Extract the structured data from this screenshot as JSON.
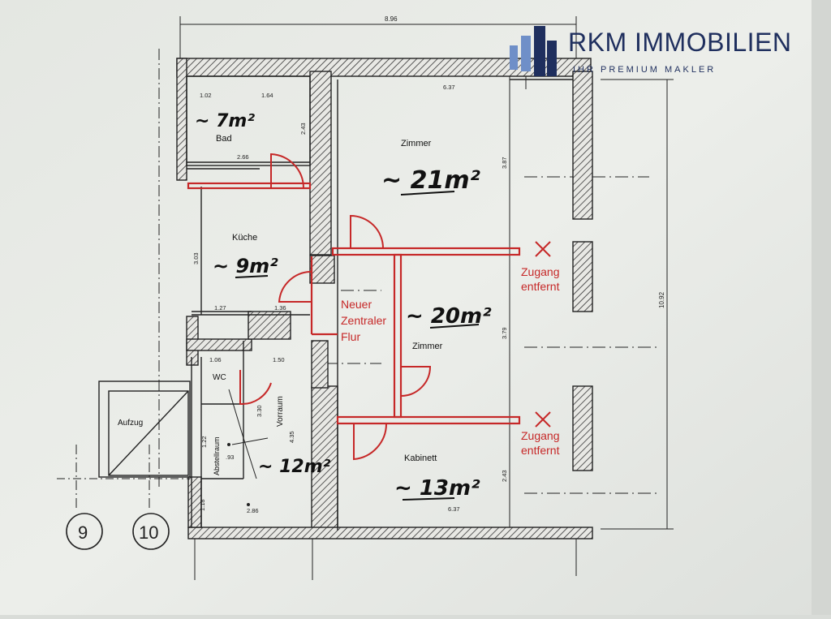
{
  "brand": {
    "name": "RKM IMMOBILIEN",
    "tagline": "IHR PREMIUM MAKLER",
    "logo_icon": "building-bars-icon",
    "color": "#1f2f5e"
  },
  "dimensions": {
    "top_total": "8.96",
    "bad_w1": "1.02",
    "bad_w2": "1.64",
    "bad_h": "2.43",
    "bad_w3": "2.66",
    "zimmer1_w": "6.37",
    "zimmer1_h": "3.87",
    "kueche_h": "3.03",
    "kueche_w1": "1.27",
    "kueche_w2": "1.36",
    "wc_w": "1.06",
    "vorraum_w": "1.50",
    "vorraum_h1": "3.30",
    "vorraum_h2": "4.35",
    "abstell_w": ".93",
    "abstell_h": "1.22",
    "bottom_w1": "1.18",
    "bottom_w2": "2.86",
    "kabinett_w": "6.37",
    "kabinett_h": "2.43",
    "zimmer2_h": "3.79",
    "right_total": "10.92"
  },
  "rooms": {
    "bad": "Bad",
    "bad_area": "~ 7m²",
    "zimmer1": "Zimmer",
    "zimmer1_area": "~ 21m²",
    "kueche": "Küche",
    "kueche_area": "~ 9m²",
    "zimmer2": "Zimmer",
    "zimmer2_area": "~ 20m²",
    "wc": "WC",
    "vorraum": "Vorraum",
    "vorraum_area": "~ 12m²",
    "abstellraum": "Abstellraum",
    "aufzug": "Aufzug",
    "kabinett": "Kabinett",
    "kabinett_area": "~ 13m²"
  },
  "annotations": {
    "flur": [
      "Neuer",
      "Zentraler",
      "Flur"
    ],
    "zugang1": [
      "Zugang",
      "entfernt"
    ],
    "zugang2": [
      "Zugang",
      "entfernt"
    ],
    "red": "#c62828"
  },
  "axes": {
    "a9": "9",
    "a10": "10"
  }
}
